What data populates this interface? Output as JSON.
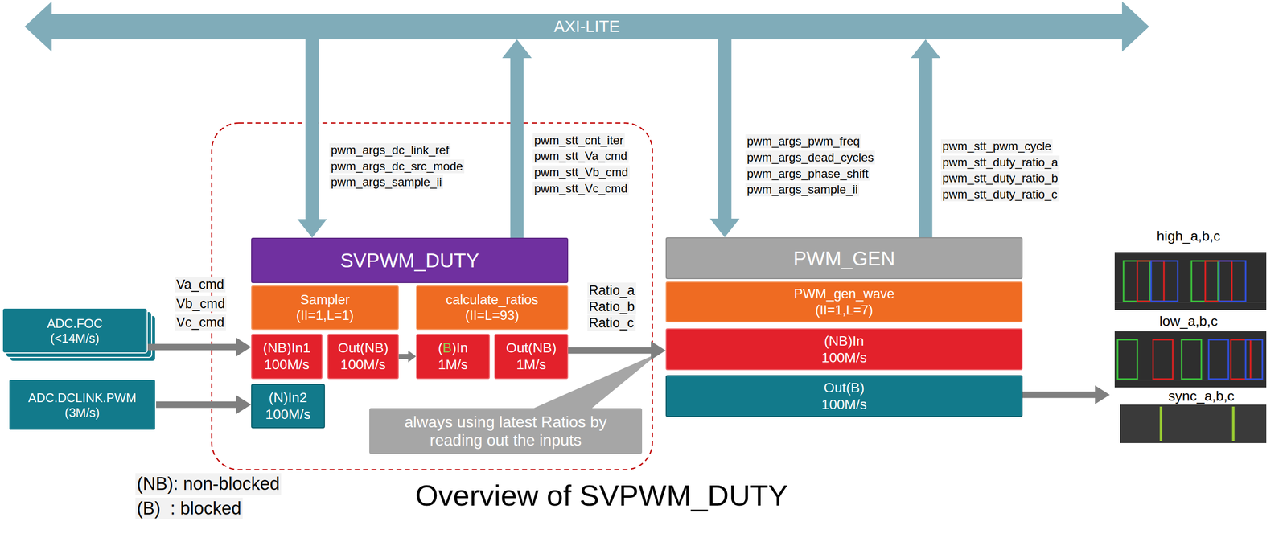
{
  "diagram": {
    "nodes": [
      {
        "text": [
          "AXI-LITE"
        ]
      },
      {
        "text": [
          "Overview of SVPWM_DUTY"
        ]
      },
      {
        "text": [
          "SVPWM_DUTY"
        ],
        "in": 1
      },
      {
        "text": [
          "Sampler",
          "(II=1,L=1)"
        ],
        "in": 1
      },
      {
        "text": [
          "calculate_ratios",
          "(II=L=93)"
        ],
        "in": 1
      },
      {
        "text": [
          "(NB)In1",
          "100M/s"
        ],
        "in": 1
      },
      {
        "text": [
          "Out(NB)",
          "100M/s"
        ],
        "in": 1
      },
      {
        "text": [
          "(B)In",
          "1M/s"
        ],
        "in": 1
      },
      {
        "text": [
          "Out(NB)",
          "1M/s"
        ],
        "in": 1
      },
      {
        "text": [
          "(N)In2",
          "100M/s"
        ],
        "in": 1
      },
      {
        "text": [
          "always using latest Ratios by reading out the inputs"
        ],
        "in": 1
      },
      {
        "text": [
          "PWM_GEN"
        ],
        "in": 1
      },
      {
        "text": [
          "PWM_gen_wave",
          "(II=1,L=7)"
        ],
        "in": 1
      },
      {
        "text": [
          "(NB)In",
          "100M/s"
        ],
        "in": 1
      },
      {
        "text": [
          "Out(B)",
          "100M/s"
        ],
        "in": 1
      },
      {
        "text": [
          "ADC.FOC",
          "(<14M/s)"
        ]
      },
      {
        "text": [
          "ADC.DCLINK.PWM",
          "(3M/s)"
        ]
      }
    ],
    "edges": [
      {
        "from": 0,
        "to": 2,
        "arrow": "to"
      },
      {
        "from": 2,
        "to": 0,
        "arrow": "to"
      },
      {
        "from": 0,
        "to": 11,
        "arrow": "to"
      },
      {
        "from": 11,
        "to": 0,
        "arrow": "to"
      },
      {
        "from": 15,
        "to": 5,
        "arrow": "to"
      },
      {
        "from": 16,
        "to": 9,
        "arrow": "to"
      },
      {
        "from": 6,
        "to": 7,
        "arrow": "to"
      },
      {
        "from": 8,
        "to": 13,
        "arrow": "to"
      }
    ],
    "labels": [
      "pwm_args_dc_link_ref",
      "pwm_args_dc_src_mode",
      "pwm_args_sample_ii",
      "pwm_stt_cnt_iter",
      "pwm_stt_Va_cmd",
      "pwm_stt_Vb_cmd",
      "pwm_stt_Vc_cmd",
      "pwm_args_pwm_freq",
      "pwm_args_dead_cycles",
      "pwm_args_phase_shift",
      "pwm_args_sample_ii",
      "pwm_stt_pwm_cycle",
      "pwm_stt_duty_ratio_a",
      "pwm_stt_duty_ratio_b",
      "pwm_stt_duty_ratio_c",
      "Va_cmd",
      "Vb_cmd",
      "Vc_cmd",
      "Ratio_a",
      "Ratio_b",
      "Ratio_c",
      "high_a,b,c",
      "low_a,b,c",
      "sync_a,b,c",
      "(NB): non-blocked",
      "(B)  : blocked"
    ]
  }
}
